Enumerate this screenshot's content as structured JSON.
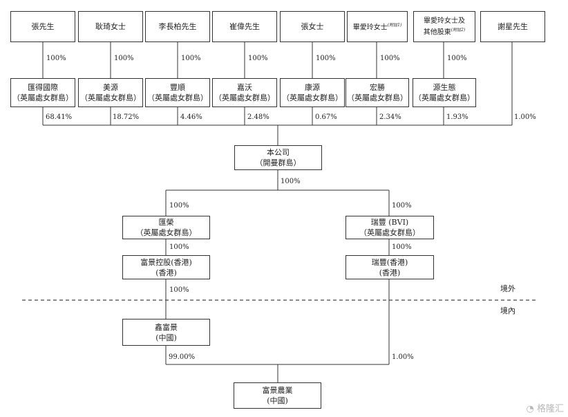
{
  "shareholders": [
    {
      "name": "張先生",
      "pct": "100%",
      "vehicle": "匯得國際",
      "vehicle_sub": "（英屬處女群島）",
      "holding": "68.41%"
    },
    {
      "name": "耿琦女士",
      "pct": "100%",
      "vehicle": "美源",
      "vehicle_sub": "（英屬處女群島）",
      "holding": "18.72%"
    },
    {
      "name": "李長柏先生",
      "pct": "100%",
      "vehicle": "豐順",
      "vehicle_sub": "（英屬處女群島）",
      "holding": "4.46%"
    },
    {
      "name": "崔偉先生",
      "pct": "100%",
      "vehicle": "嘉沃",
      "vehicle_sub": "（英屬處女群島）",
      "holding": "2.48%"
    },
    {
      "name": "張女士",
      "pct": "100%",
      "vehicle": "康源",
      "vehicle_sub": "（英屬處女群島）",
      "holding": "0.67%"
    },
    {
      "name": "畢愛玲女士",
      "note": "(附註1)",
      "pct": "100%",
      "vehicle": "宏勝",
      "vehicle_sub": "（英屬處女群島）",
      "holding": "2.34%"
    },
    {
      "name": "畢愛玲女士及",
      "name2": "其他股東",
      "note": "(附註2)",
      "pct": "100%",
      "vehicle": "源生態",
      "vehicle_sub": "（英屬處女群島）",
      "holding": "1.93%"
    },
    {
      "name": "謝星先生",
      "holding": "1.00%"
    }
  ],
  "company": {
    "name": "本公司",
    "sub": "（開曼群島）",
    "pct_down": "100%"
  },
  "left_branch": {
    "pct_top": "100%",
    "bvi_name": "匯榮",
    "bvi_sub": "（英屬處女群島）",
    "pct_mid": "100%",
    "hk_name": "富景控股(香港)",
    "hk_sub": "(香港)",
    "pct_bottom": "100%",
    "prc_name": "鑫富景",
    "prc_sub": "(中國)",
    "pct_prc": "99.00%"
  },
  "right_branch": {
    "pct_top": "100%",
    "bvi_name": "瑞豐 (BVI)",
    "bvi_sub": "（英屬處女群島）",
    "pct_mid": "100%",
    "hk_name": "瑞豐(香港)",
    "hk_sub": "(香港)",
    "pct_prc": "1.00%"
  },
  "target": {
    "name": "富景農業",
    "sub": "(中國)"
  },
  "offshore_label": "境外",
  "onshore_label": "境內",
  "watermark": "格隆汇"
}
